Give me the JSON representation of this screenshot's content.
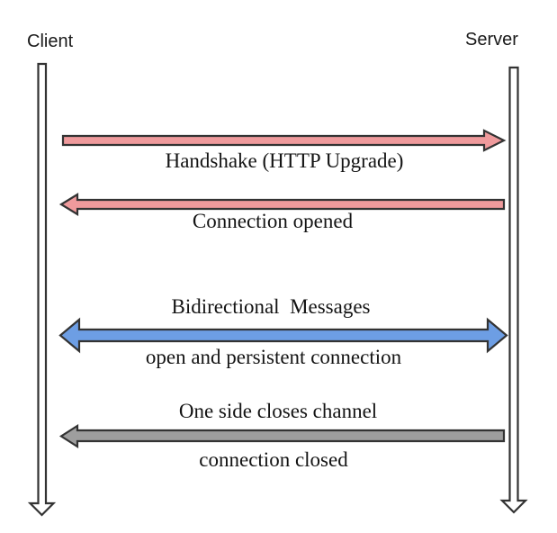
{
  "actors": {
    "client": {
      "label": "Client"
    },
    "server": {
      "label": "Server"
    }
  },
  "messages": {
    "handshake": {
      "label": "Handshake (HTTP Upgrade)"
    },
    "connection_opened": {
      "label": "Connection opened"
    },
    "bidirectional": {
      "label_above": "Bidirectional  Messages",
      "label_below": "open and persistent connection"
    },
    "close": {
      "label_above": "One side closes channel",
      "label_below": "connection closed"
    }
  },
  "colors": {
    "handshake_arrow": "#ef9a9c",
    "bidirectional_arrow": "#6d9ee4",
    "close_arrow": "#9e9e9e",
    "outline": "#333333",
    "text": "#141414",
    "background": "#ffffff"
  }
}
